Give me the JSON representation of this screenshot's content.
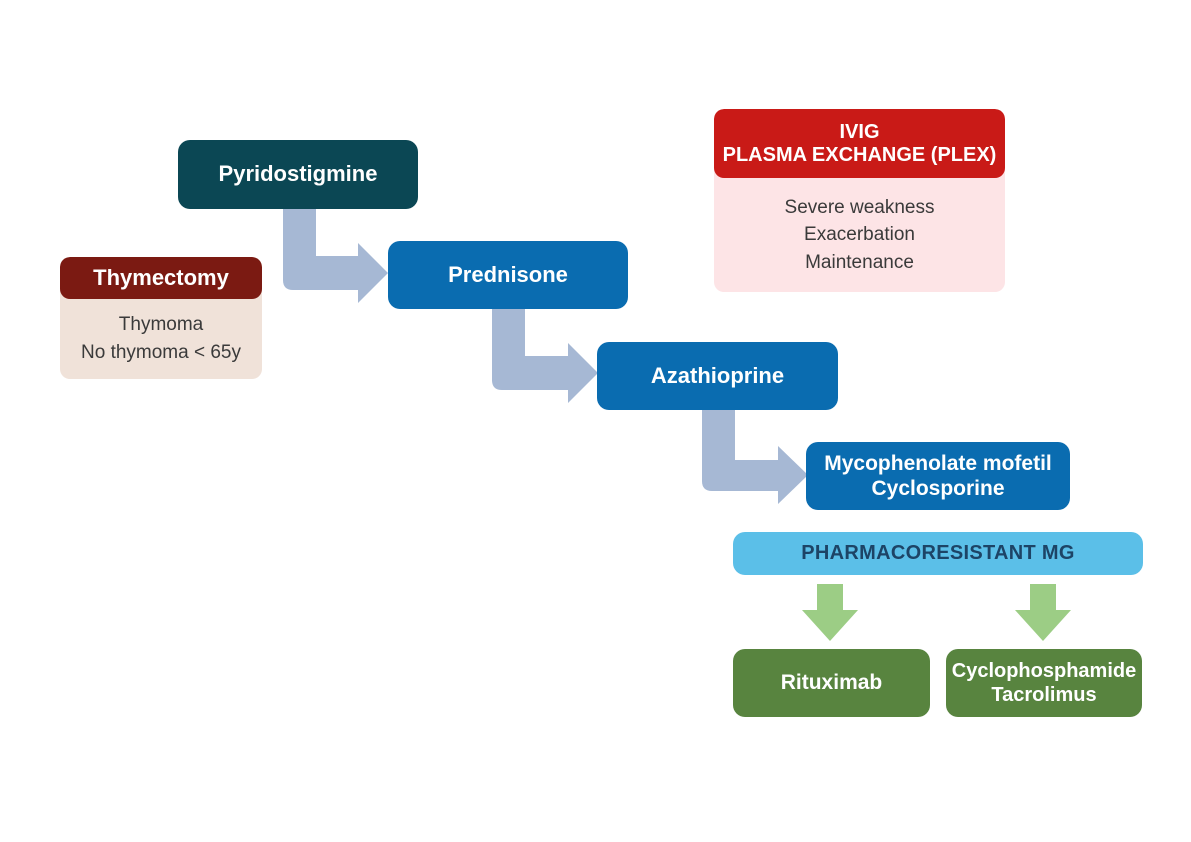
{
  "steps": {
    "pyridostigmine": "Pyridostigmine",
    "prednisone": "Prednisone",
    "azathioprine": "Azathioprine",
    "mycophenolate_lines": [
      "Mycophenolate mofetil",
      "Cyclosporine"
    ]
  },
  "thymectomy": {
    "title": "Thymectomy",
    "items": [
      "Thymoma",
      "No thymoma < 65y"
    ]
  },
  "ivig": {
    "title_lines": [
      "IVIG",
      "PLASMA EXCHANGE (PLEX)"
    ],
    "items": [
      "Severe weakness",
      "Exacerbation",
      "Maintenance"
    ]
  },
  "pharmacoresistant": {
    "label": "PHARMACORESISTANT MG",
    "options": [
      {
        "lines": [
          "Rituximab"
        ]
      },
      {
        "lines": [
          "Cyclophosphamide",
          "Tacrolimus"
        ]
      }
    ]
  },
  "colors": {
    "step_blue": "#0a6cb0",
    "step_dark": "#0b4754",
    "thymectomy_header": "#7b1a12",
    "thymectomy_body": "#f0e2d9",
    "ivig_header": "#c91a17",
    "ivig_body": "#fde4e6",
    "pharmacoresistant_band": "#5bbfe8",
    "option_green": "#58843f",
    "step_arrow": "#a6b8d4",
    "down_arrow": "#9ccd85"
  }
}
